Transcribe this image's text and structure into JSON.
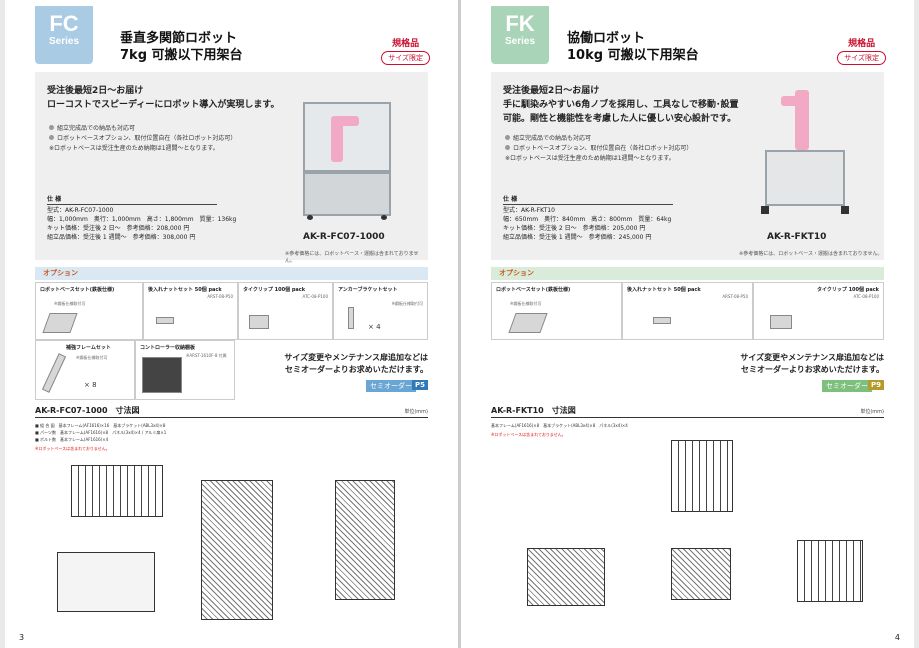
{
  "left": {
    "series_code": "FC",
    "series_word": "Series",
    "title_line1": "垂直多関節ロボット",
    "title_line2": "7kg 可搬以下用架台",
    "standard": "規格品",
    "size_limited": "サイズ限定",
    "lead1": "受注後最短2日～お届け",
    "lead2": "ローコストでスピーディーにロボット導入が実現します。",
    "bullets": [
      "組立完成品での納品も対応可",
      "ロボットベースオプション、取付位置自在（各社ロボット対応可）",
      "※ロボットベースは受注生産のため納期は1週間～となります。"
    ],
    "spec_heading": "仕 様",
    "spec": [
      "型式：AK-R-FC07-1000",
      "幅：1,000mm　奥行：1,000mm　高さ：1,800mm　質量：136kg",
      "キット価格：受注後 2 日～　参考価格：208,000 円",
      "組立品価格：受注後 1 週間～　参考価格：308,000 円"
    ],
    "model": "AK-R-FC07-1000",
    "image_note": "※参考価格には、ロボットベース・運搬は含まれておりません。",
    "options_label": "オプション",
    "options": [
      {
        "name": "ロボットベースセット(鉄板仕様)",
        "note": "※鋼板仕様取付可"
      },
      {
        "name": "後入れナットセット 50個 pack",
        "part": "ARST-08-P50"
      },
      {
        "name": "タイクリップ 100個 pack",
        "part": "ATC-08-P100"
      },
      {
        "name": "アンカーブラケットセット",
        "note": "※鋼板仕様取付可",
        "qty": "× 4"
      },
      {
        "name": "補強フレームセット",
        "note": "※鋼板仕様取付可",
        "qty": "× 8"
      },
      {
        "name": "コントローラー収納棚板",
        "note": "※ARST-1610F-8 付属"
      }
    ],
    "semi_order_1": "サイズ変更やメンテナンス扉追加などは",
    "semi_order_2": "セミオーダーよりお求めいただけます。",
    "semi_tag": "セミオーダー",
    "semi_page": "P5",
    "dim_title": "AK-R-FC07-1000　寸法図",
    "dim_unit": "単位(mm)",
    "dim_notes": [
      "■ 組 合 図　基本フレーム(AF1616)×16　基本ブラケット(ABL3x4)×8",
      "■ パーツ数　基本フレーム(AF1616)×8　パネル(3x4)×4 / アルミ扉×1",
      "■ ボルト数　基本フレーム(AF1616)×4"
    ],
    "dim_warning": "※ロボットベースは含まれておりません。",
    "page_no": "3"
  },
  "right": {
    "series_code": "FK",
    "series_word": "Series",
    "title_line1": "協働ロボット",
    "title_line2": "10kg 可搬以下用架台",
    "standard": "規格品",
    "size_limited": "サイズ限定",
    "lead1": "受注後最短2日～お届け",
    "lead2": "手に馴染みやすい6角ノブを採用し、工具なしで移動･設置",
    "lead3": "可能。剛性と機能性を考慮した人に優しい安心設計です。",
    "bullets": [
      "組立完成品での納品も対応可",
      "ロボットベースオプション、取付位置自在（各社ロボット対応可）",
      "※ロボットベースは受注生産のため納期は1週間～となります。"
    ],
    "spec_heading": "仕 様",
    "spec": [
      "型式：AK-R-FKT10",
      "幅：650mm　奥行：840mm　高さ：800mm　質量：64kg",
      "キット価格：受注後 2 日～　参考価格：205,000 円",
      "組立品価格：受注後 1 週間～　参考価格：245,000 円"
    ],
    "model": "AK-R-FKT10",
    "image_note": "※参考価格には、ロボットベース・運搬は含まれておりません。",
    "options_label": "オプション",
    "options": [
      {
        "name": "ロボットベースセット(鉄板仕様)",
        "note": "※鋼板仕様取付可"
      },
      {
        "name": "後入れナットセット 50個 pack",
        "part": "ARST-08-P50"
      },
      {
        "name": "タイクリップ 100個 pack",
        "part": "ATC-08-P100"
      }
    ],
    "semi_order_1": "サイズ変更やメンテナンス扉追加などは",
    "semi_order_2": "セミオーダーよりお求めいただけます。",
    "semi_tag": "セミオーダー",
    "semi_page": "P9",
    "dim_title": "AK-R-FKT10　寸法図",
    "dim_unit": "単位(mm)",
    "dim_notes": [
      "基本フレーム(AF1616)×8　基本ブラケット(ABL3x4)×8　パネル(3x4)×4"
    ],
    "dim_warning": "※ロボットベースは含まれておりません。",
    "page_no": "4"
  }
}
